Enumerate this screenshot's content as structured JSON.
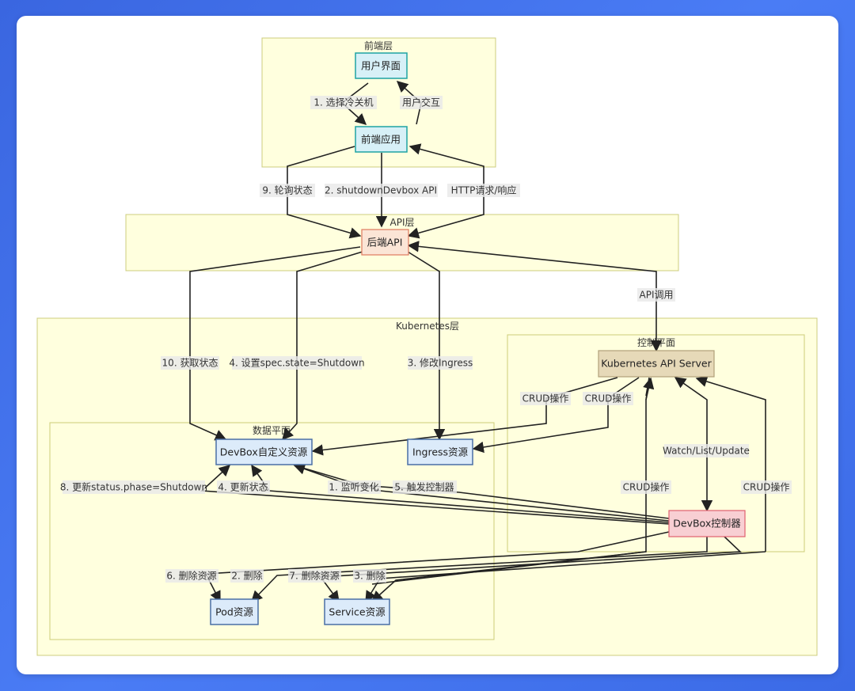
{
  "colors": {
    "frame_background": "#4070ea",
    "card": "#ffffff",
    "group_fill": "#ffffde",
    "group_stroke": "#aaaa33",
    "node_frontend_fill": "#d7f0f7",
    "node_frontend_stroke": "#1fa3a3",
    "node_backend_fill": "#fbe5d6",
    "node_backend_stroke": "#e07a5f",
    "node_apiserver_fill": "#e6d9b8",
    "node_apiserver_stroke": "#b0a07a",
    "node_resource_fill": "#dcebfa",
    "node_resource_stroke": "#4a6fa5",
    "node_controller_fill": "#f8cfd3",
    "node_controller_stroke": "#e06070",
    "edge": "#222222"
  },
  "groups": {
    "frontend": "前端层",
    "api": "API层",
    "kubernetes": "Kubernetes层",
    "control_plane": "控制平面",
    "data_plane": "数据平面"
  },
  "nodes": {
    "ui": "用户界面",
    "frontend_app": "前端应用",
    "backend_api": "后端API",
    "k8s_api_server": "Kubernetes API Server",
    "devbox_crd": "DevBox自定义资源",
    "ingress": "Ingress资源",
    "controller": "DevBox控制器",
    "pod": "Pod资源",
    "service": "Service资源"
  },
  "edges": {
    "select_shutdown": "1. 选择冷关机",
    "user_interaction": "用户交互",
    "poll_status": "9. 轮询状态",
    "shutdown_api": "2. shutdownDevbox API",
    "http": "HTTP请求/响应",
    "api_call": "API调用",
    "get_status": "10. 获取状态",
    "set_spec": "4. 设置spec.state=Shutdown",
    "modify_ingress": "3. 修改Ingress",
    "crud_1": "CRUD操作",
    "crud_2": "CRUD操作",
    "watch": "Watch/List/Update",
    "crud_3": "CRUD操作",
    "crud_4": "CRUD操作",
    "update_phase": "8. 更新status.phase=Shutdown",
    "update_status": "4. 更新状态",
    "watch_change": "1. 监听变化",
    "trigger_controller": "5. 触发控制器",
    "delete_res_6": "6. 删除资源",
    "delete_2": "2. 删除",
    "delete_res_7": "7. 删除资源",
    "delete_3": "3. 删除"
  }
}
